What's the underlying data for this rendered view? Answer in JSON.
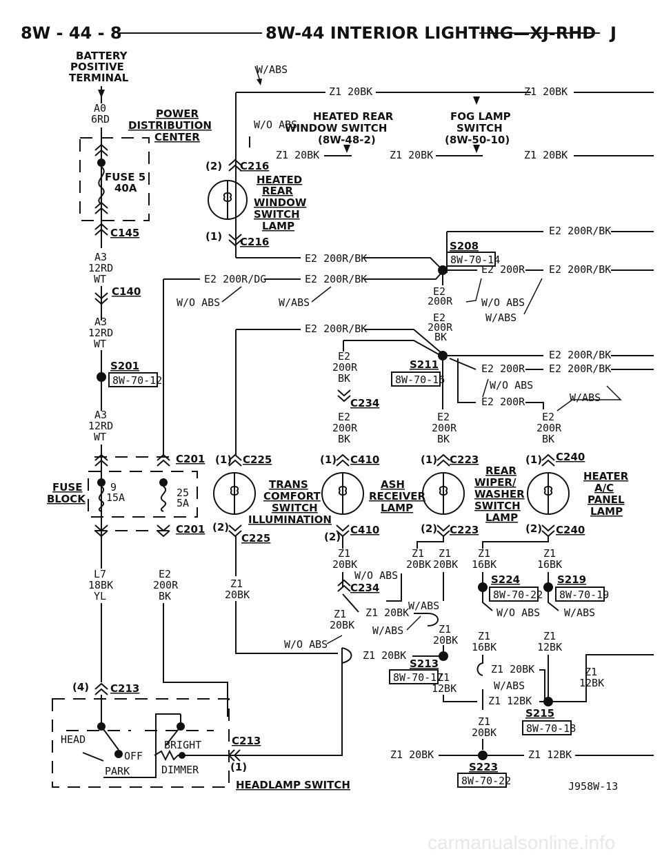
{
  "header": {
    "page_ref": "8W - 44 - 8",
    "title": "8W-44 INTERIOR LIGHTING—XJ-RHD",
    "letter": "J"
  },
  "battery": {
    "line1": "BATTERY",
    "line2": "POSITIVE",
    "line3": "TERMINAL"
  },
  "pdc": {
    "line1": "POWER",
    "line2": "DISTRIBUTION",
    "line3": "CENTER"
  },
  "fuse5": {
    "name": "FUSE 5",
    "amps": "40A"
  },
  "fuse_block": {
    "line1": "FUSE",
    "line2": "BLOCK",
    "f9": "9",
    "f9a": "15A",
    "f25": "25",
    "f25a": "5A"
  },
  "wires": {
    "a0": "A0",
    "6rd": "6RD",
    "a3": "A3",
    "12rd": "12RD",
    "wt": "WT",
    "l7": "L7",
    "18bk": "18BK",
    "yl": "YL",
    "e2": "E2",
    "200r": "200R",
    "bk": "BK",
    "z1": "Z1",
    "20bk": "20BK",
    "16bk": "16BK",
    "12bk": "12BK",
    "z1_20bk": "Z1 20BK",
    "z1_12bk": "Z1 12BK",
    "e2_200r": "E2 200R",
    "e2_200r_bk": "E2 200R/BK",
    "e2_200r_dg": "E2 200R/DG"
  },
  "options": {
    "w_abs": "W/ABS",
    "wo_abs": "W/O ABS"
  },
  "connectors": {
    "c145": "C145",
    "c140": "C140",
    "c201": "C201",
    "c216": "C216",
    "c225": "C225",
    "c410": "C410",
    "c223": "C223",
    "c240": "C240",
    "c234": "C234",
    "c213": "C213"
  },
  "pins": {
    "p1": "(1)",
    "p2": "(2)",
    "p4": "(4)"
  },
  "splices": {
    "s201": "S201",
    "s208": "S208",
    "s211": "S211",
    "s213": "S213",
    "s215": "S215",
    "s219": "S219",
    "s223": "S223",
    "s224": "S224"
  },
  "refs": {
    "r70_12": "8W-70-12",
    "r70_14": "8W-70-14",
    "r70_16": "8W-70-16",
    "r70_17": "8W-70-17",
    "r70_18": "8W-70-18",
    "r70_19": "8W-70-19",
    "r70_22": "8W-70-22",
    "r48_2": "(8W-48-2)",
    "r50_10": "(8W-50-10)"
  },
  "switches": {
    "heated_rear_1": "HEATED REAR",
    "heated_rear_2": "WINDOW SWITCH",
    "fog_1": "FOG LAMP",
    "fog_2": "SWITCH"
  },
  "lamps": {
    "hr_l1": "HEATED",
    "hr_l2": "REAR",
    "hr_l3": "WINDOW",
    "hr_l4": "SWITCH",
    "hr_l5": "LAMP",
    "trans_l1": "TRANS",
    "trans_l2": "COMFORT",
    "trans_l3": "SWITCH",
    "trans_l4": "ILLUMINATION",
    "ash_l1": "ASH",
    "ash_l2": "RECEIVER",
    "ash_l3": "LAMP",
    "rear_l1": "REAR",
    "rear_l2": "WIPER/",
    "rear_l3": "WASHER",
    "rear_l4": "SWITCH",
    "rear_l5": "LAMP",
    "heat_l1": "HEATER",
    "heat_l2": "A/C",
    "heat_l3": "PANEL",
    "heat_l4": "LAMP"
  },
  "headlamp_switch": {
    "title": "HEADLAMP SWITCH",
    "head": "HEAD",
    "off": "OFF",
    "park": "PARK",
    "bright": "BRIGHT",
    "dimmer": "DIMMER"
  },
  "footer": {
    "code": "J958W-13",
    "watermark": "carmanualsonline.info"
  }
}
